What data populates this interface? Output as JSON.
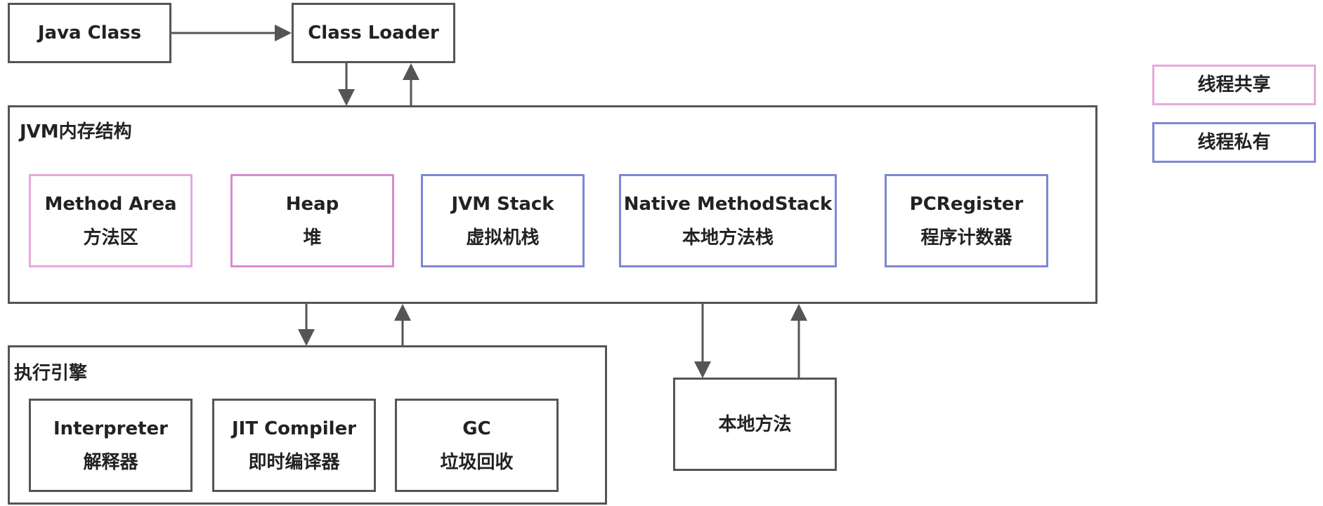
{
  "nodes": {
    "java_class": "Java Class",
    "class_loader": "Class Loader",
    "jvm_memory": {
      "title": "JVM内存结构"
    },
    "method_area": {
      "line1": "Method Area",
      "line2": "方法区"
    },
    "heap": {
      "line1": "Heap",
      "line2": "堆"
    },
    "jvm_stack": {
      "line1": "JVM Stack",
      "line2": "虚拟机栈"
    },
    "native_method_stack": {
      "line1": "Native MethodStack",
      "line2": "本地方法栈"
    },
    "pc_register": {
      "line1": "PCRegister",
      "line2": "程序计数器"
    },
    "execution_engine": {
      "title": "执行引擎"
    },
    "interpreter": {
      "line1": "Interpreter",
      "line2": "解释器"
    },
    "jit_compiler": {
      "line1": "JIT Compiler",
      "line2": "即时编译器"
    },
    "gc": {
      "line1": "GC",
      "line2": "垃圾回收"
    },
    "native_method": "本地方法"
  },
  "legend": {
    "shared": "线程共享",
    "private": "线程私有"
  },
  "colors": {
    "border": "#555555",
    "shared": "#e6a8dc",
    "shared_strong": "#d98bd0",
    "private": "#7b87d6"
  }
}
